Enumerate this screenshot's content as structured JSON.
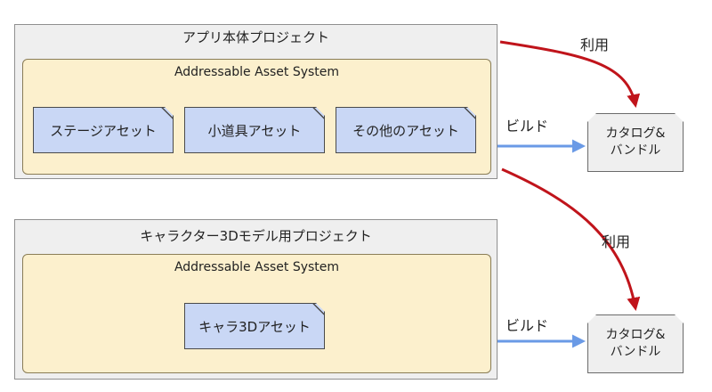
{
  "projects": [
    {
      "title": "アプリ本体プロジェクト",
      "aas_title": "Addressable Asset System",
      "assets": [
        "ステージアセット",
        "小道具アセット",
        "その他のアセット"
      ]
    },
    {
      "title": "キャラクター3Dモデル用プロジェクト",
      "aas_title": "Addressable Asset System",
      "assets": [
        "キャラ3Dアセット"
      ]
    }
  ],
  "catalogs": [
    {
      "line1": "カタログ&",
      "line2": "バンドル"
    },
    {
      "line1": "カタログ&",
      "line2": "バンドル"
    }
  ],
  "arrow_labels": {
    "build": "ビルド",
    "use": "利用"
  },
  "colors": {
    "build_arrow": "#6a9ae6",
    "use_arrow": "#c0141b",
    "asset_fill": "#c9d7f5",
    "aas_fill": "#fcf0cd",
    "project_fill": "#efefef"
  }
}
